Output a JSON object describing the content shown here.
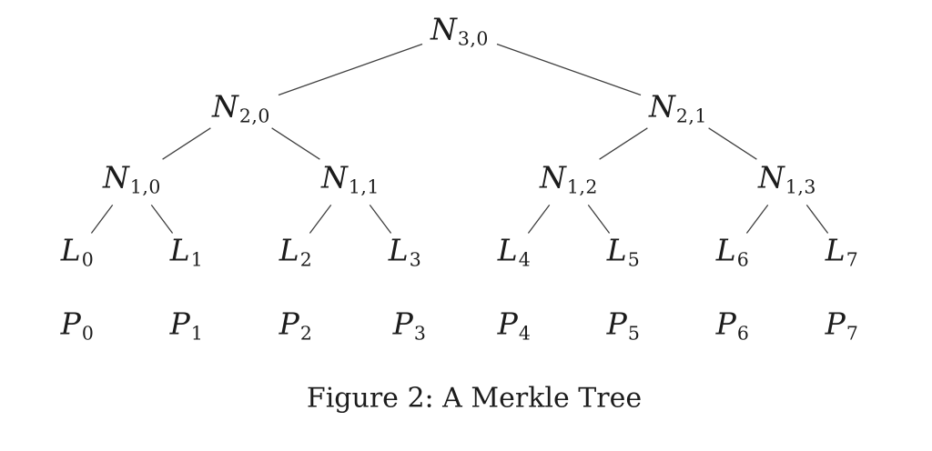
{
  "figure": {
    "caption": "Figure 2: A Merkle Tree"
  },
  "colors": {
    "background": "#ffffff",
    "text": "#1c1c1c",
    "line": "#3f3f3f"
  },
  "tree": {
    "nodes": [
      {
        "id": "n30",
        "base": "N",
        "sub": "3,0",
        "kind": "internal"
      },
      {
        "id": "n20",
        "base": "N",
        "sub": "2,0",
        "kind": "internal"
      },
      {
        "id": "n21",
        "base": "N",
        "sub": "2,1",
        "kind": "internal"
      },
      {
        "id": "n10",
        "base": "N",
        "sub": "1,0",
        "kind": "internal"
      },
      {
        "id": "n11",
        "base": "N",
        "sub": "1,1",
        "kind": "internal"
      },
      {
        "id": "n12",
        "base": "N",
        "sub": "1,2",
        "kind": "internal"
      },
      {
        "id": "n13",
        "base": "N",
        "sub": "1,3",
        "kind": "internal"
      },
      {
        "id": "l0",
        "base": "L",
        "sub": "0",
        "kind": "leaf"
      },
      {
        "id": "l1",
        "base": "L",
        "sub": "1",
        "kind": "leaf"
      },
      {
        "id": "l2",
        "base": "L",
        "sub": "2",
        "kind": "leaf"
      },
      {
        "id": "l3",
        "base": "L",
        "sub": "3",
        "kind": "leaf"
      },
      {
        "id": "l4",
        "base": "L",
        "sub": "4",
        "kind": "leaf"
      },
      {
        "id": "l5",
        "base": "L",
        "sub": "5",
        "kind": "leaf"
      },
      {
        "id": "l6",
        "base": "L",
        "sub": "6",
        "kind": "leaf"
      },
      {
        "id": "l7",
        "base": "L",
        "sub": "7",
        "kind": "leaf"
      },
      {
        "id": "p0",
        "base": "P",
        "sub": "0",
        "kind": "payload"
      },
      {
        "id": "p1",
        "base": "P",
        "sub": "1",
        "kind": "payload"
      },
      {
        "id": "p2",
        "base": "P",
        "sub": "2",
        "kind": "payload"
      },
      {
        "id": "p3",
        "base": "P",
        "sub": "3",
        "kind": "payload"
      },
      {
        "id": "p4",
        "base": "P",
        "sub": "4",
        "kind": "payload"
      },
      {
        "id": "p5",
        "base": "P",
        "sub": "5",
        "kind": "payload"
      },
      {
        "id": "p6",
        "base": "P",
        "sub": "6",
        "kind": "payload"
      },
      {
        "id": "p7",
        "base": "P",
        "sub": "7",
        "kind": "payload"
      }
    ],
    "edges": [
      [
        "n30",
        "n20"
      ],
      [
        "n30",
        "n21"
      ],
      [
        "n20",
        "n10"
      ],
      [
        "n20",
        "n11"
      ],
      [
        "n21",
        "n12"
      ],
      [
        "n21",
        "n13"
      ],
      [
        "n10",
        "l0"
      ],
      [
        "n10",
        "l1"
      ],
      [
        "n11",
        "l2"
      ],
      [
        "n11",
        "l3"
      ],
      [
        "n12",
        "l4"
      ],
      [
        "n12",
        "l5"
      ],
      [
        "n13",
        "l6"
      ],
      [
        "n13",
        "l7"
      ]
    ]
  }
}
